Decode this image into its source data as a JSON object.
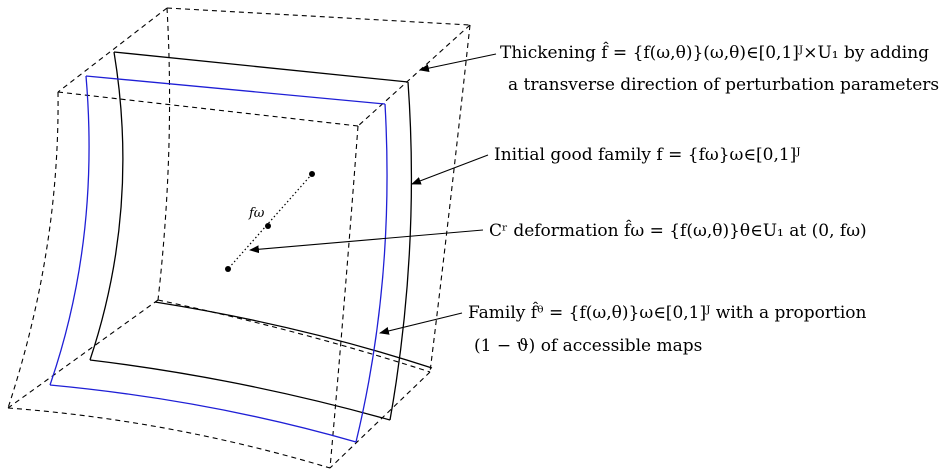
{
  "annotations": {
    "thickening": {
      "line1": "Thickening f̂ = {f(ω,θ)}(ω,θ)∈[0,1]ᴶ×U₁ by adding",
      "line2": "a transverse direction of perturbation parameters"
    },
    "initial": {
      "text": "Initial good family f = {fω}ω∈[0,1]ᴶ"
    },
    "deformation": {
      "text": "Cʳ deformation f̂ω = {f(ω,θ)}θ∈U₁ at (0, fω)"
    },
    "family": {
      "line1": "Family f̂ᶿ = {f(ω,θ)}ω∈[0,1]ᴶ with a proportion",
      "line2": "(1 − ϑ) of accessible maps"
    }
  },
  "point_label": "fω",
  "colors": {
    "black_curves": "#000000",
    "blue_curves": "#1f1fd6",
    "background": "#ffffff"
  }
}
